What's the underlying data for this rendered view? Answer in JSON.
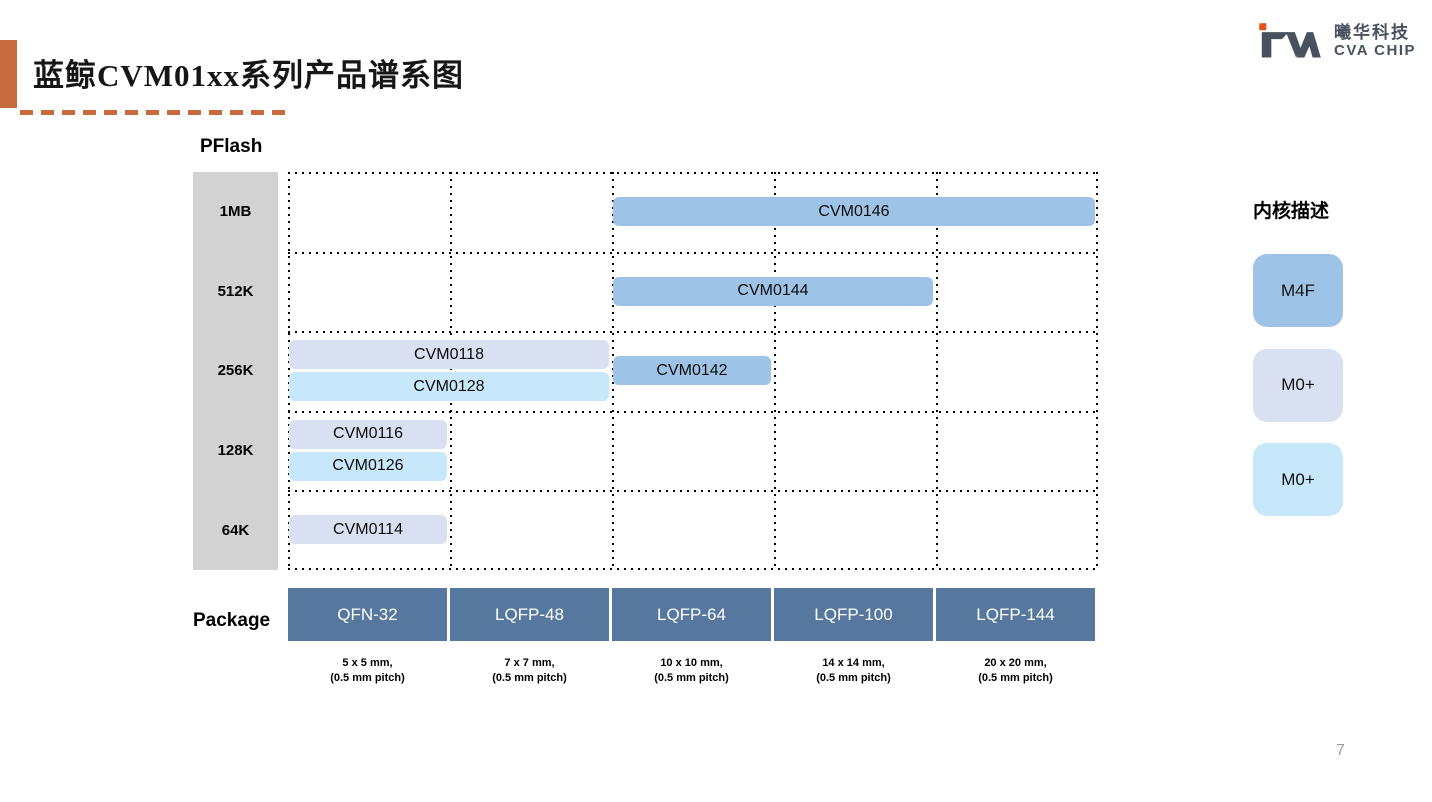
{
  "header": {
    "title": "蓝鲸CVM01xx系列产品谱系图",
    "accent_color": "#C76A3C",
    "logo": {
      "brand": "CVA",
      "company_cn": "曦华科技",
      "company_en": "CVA CHIP",
      "mark_color": "#47525E",
      "accent_color": "#E8511C"
    }
  },
  "chart_data": {
    "type": "table",
    "title": "蓝鲸CVM01xx系列产品谱系图",
    "y_axis_label": "PFlash",
    "x_axis_label": "Package",
    "flash_sizes": [
      "1MB",
      "512K",
      "256K",
      "128K",
      "64K"
    ],
    "packages": [
      {
        "name": "QFN-32",
        "dimensions": "5 x 5 mm,",
        "pitch": "(0.5 mm pitch)"
      },
      {
        "name": "LQFP-48",
        "dimensions": "7 x 7 mm,",
        "pitch": "(0.5 mm pitch)"
      },
      {
        "name": "LQFP-64",
        "dimensions": "10 x 10 mm,",
        "pitch": "(0.5 mm pitch)"
      },
      {
        "name": "LQFP-100",
        "dimensions": "14 x 14 mm,",
        "pitch": "(0.5 mm pitch)"
      },
      {
        "name": "LQFP-144",
        "dimensions": "20 x 20 mm,",
        "pitch": "(0.5 mm pitch)"
      }
    ],
    "core_colors": {
      "M4F": "#9DC3E6",
      "M0+A": "#D9E0F1",
      "M0+B": "#C7E8FA"
    },
    "products": [
      {
        "name": "CVM0146",
        "flash": "1MB",
        "pkg_start": "LQFP-64",
        "pkg_end": "LQFP-144",
        "core": "M4F"
      },
      {
        "name": "CVM0144",
        "flash": "512K",
        "pkg_start": "LQFP-64",
        "pkg_end": "LQFP-100",
        "core": "M4F"
      },
      {
        "name": "CVM0118",
        "flash": "256K",
        "pkg_start": "QFN-32",
        "pkg_end": "LQFP-48",
        "core": "M0+A"
      },
      {
        "name": "CVM0128",
        "flash": "256K",
        "pkg_start": "QFN-32",
        "pkg_end": "LQFP-48",
        "core": "M0+B"
      },
      {
        "name": "CVM0142",
        "flash": "256K",
        "pkg_start": "LQFP-64",
        "pkg_end": "LQFP-64",
        "core": "M4F"
      },
      {
        "name": "CVM0116",
        "flash": "128K",
        "pkg_start": "QFN-32",
        "pkg_end": "QFN-32",
        "core": "M0+A"
      },
      {
        "name": "CVM0126",
        "flash": "128K",
        "pkg_start": "QFN-32",
        "pkg_end": "QFN-32",
        "core": "M0+B"
      },
      {
        "name": "CVM0114",
        "flash": "64K",
        "pkg_start": "QFN-32",
        "pkg_end": "QFN-32",
        "core": "M0+A"
      }
    ],
    "legend": {
      "title": "内核描述",
      "items": [
        {
          "label": "M4F",
          "core": "M4F"
        },
        {
          "label": "M0+",
          "core": "M0+A"
        },
        {
          "label": "M0+",
          "core": "M0+B"
        }
      ]
    },
    "grid": "dotted",
    "legend_position": "right"
  },
  "footer": {
    "page_number": "7"
  }
}
